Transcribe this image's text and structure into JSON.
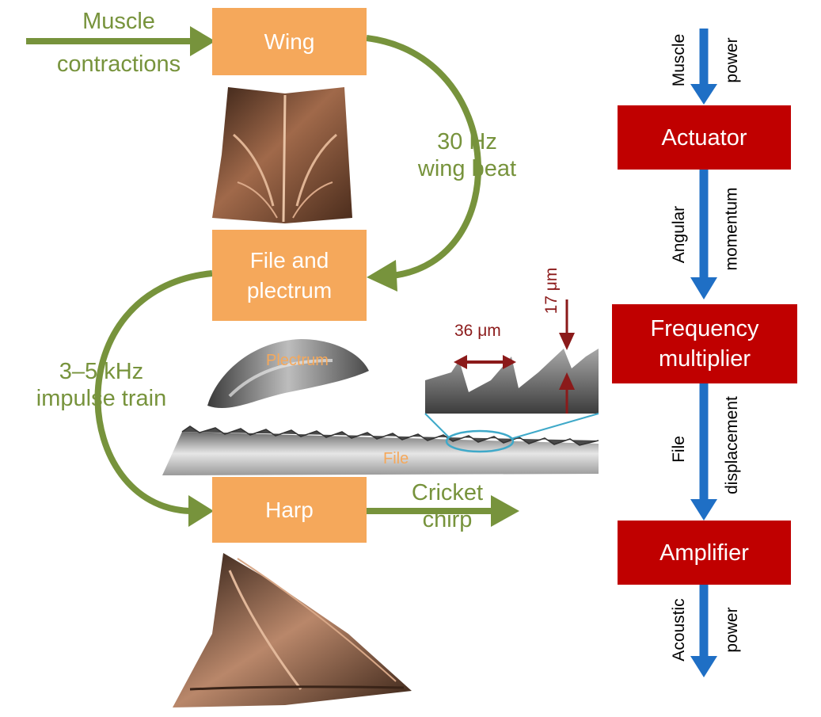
{
  "left_flow": {
    "input_label": [
      "Muscle",
      "contractions"
    ],
    "wing_box": "Wing",
    "beat_label": [
      "30 Hz",
      "wing beat"
    ],
    "file_box": [
      "File and",
      "plectrum"
    ],
    "impulse_label": [
      "3–5 kHz",
      "impulse train"
    ],
    "harp_box": "Harp",
    "output_label": [
      "Cricket",
      "chirp"
    ]
  },
  "micrograph": {
    "plectrum_tag": "Plectrum",
    "file_tag": "File",
    "tooth_spacing": "36 μm",
    "tooth_height": "17 μm"
  },
  "right_flow": {
    "muscle_power": [
      "Muscle",
      "power"
    ],
    "actuator": "Actuator",
    "angular_momentum": [
      "Angular",
      "momentum"
    ],
    "frequency_multiplier": [
      "Frequency",
      "multiplier"
    ],
    "file_displacement": [
      "File",
      "displacement"
    ],
    "amplifier": "Amplifier",
    "acoustic_power": [
      "Acoustic",
      "power"
    ]
  },
  "colors": {
    "orange_box": "#f5a85b",
    "red_box": "#c00000",
    "green_arrow": "#77933c",
    "blue_arrow": "#1f6fc5",
    "dimension": "#8b1a1a",
    "ellipse": "#3fa9c9"
  }
}
